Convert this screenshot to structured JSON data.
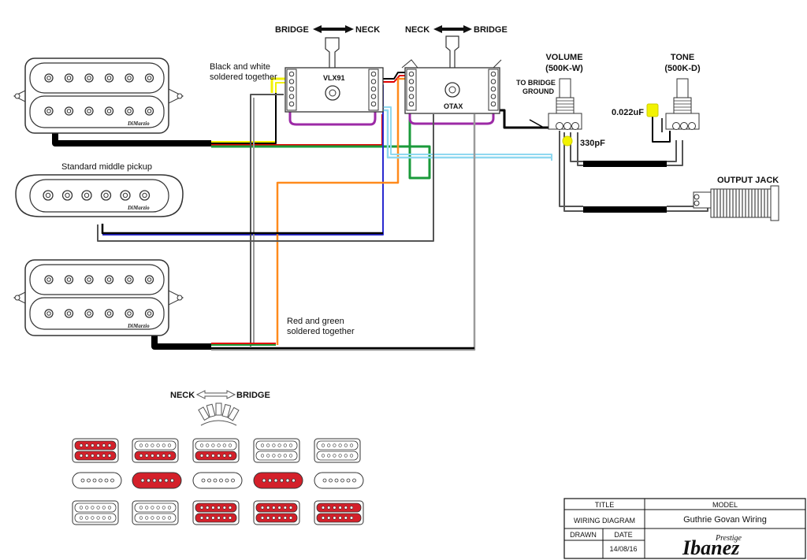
{
  "switches": {
    "vlx": {
      "label": "VLX91",
      "left": "BRIDGE",
      "right": "NECK"
    },
    "otax": {
      "label": "OTAX",
      "left": "NECK",
      "right": "BRIDGE"
    }
  },
  "annotations": {
    "black_white_line1": "Black and white",
    "black_white_line2": "soldered together",
    "middle_pickup": "Standard middle pickup",
    "red_green_line1": "Red and green",
    "red_green_line2": "soldered together",
    "to_bridge_ground_line1": "TO BRIDGE",
    "to_bridge_ground_line2": "GROUND",
    "cap_330": "330pF",
    "cap_022": "0.022uF"
  },
  "pots": {
    "volume": {
      "title": "VOLUME",
      "value": "(500K-W)"
    },
    "tone": {
      "title": "TONE",
      "value": "(500K-D)"
    }
  },
  "output_jack": "OUTPUT JACK",
  "pickup_brand": "DiMarzio",
  "positions": {
    "left": "NECK",
    "right": "BRIDGE"
  },
  "title_block": {
    "title_header": "TITLE",
    "title_value": "WIRING DIAGRAM",
    "model_header": "MODEL",
    "model_value": "Guthrie Govan Wiring",
    "drawn_header": "DRAWN",
    "date_header": "DATE",
    "date_value": "14/08/16",
    "logo_script": "Prestige",
    "logo_main": "Ibanez"
  },
  "colors": {
    "red": "#e00000",
    "green": "#1a9a3a",
    "blue": "#2a2ad0",
    "orange": "#ff8a1c",
    "light_blue": "#8fd8f0",
    "purple": "#9c2aa6",
    "yellow": "#f2f200",
    "gray": "#9a9a9a",
    "pickup_active": "#d4202a"
  },
  "selector_table": [
    [
      "H-red",
      "H-tail",
      "H-tail",
      "H",
      "H"
    ],
    [
      "S",
      "S-red",
      "S",
      "S-red",
      "S"
    ],
    [
      "H",
      "H",
      "H-red",
      "H-red",
      "H-red2"
    ]
  ]
}
